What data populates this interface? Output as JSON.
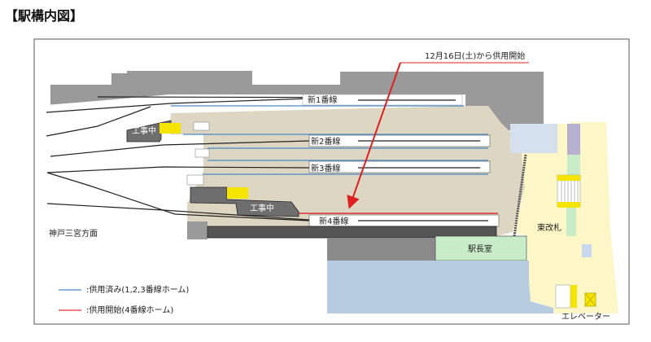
{
  "title": "【駅構内図】",
  "announcement": "12月16日(土)から供用開始",
  "platforms": [
    "新1番線",
    "新2番線",
    "新3番線",
    "新4番線"
  ],
  "construction_label": "工事中",
  "direction_label": "神戸三宮方面",
  "station_master_room": "駅長室",
  "east_gate": "東改札",
  "elevator": "エレベーター",
  "legend": [
    {
      "color": "#4a8ac8",
      "label": ":供用済み(1,2,3番線ホーム)"
    },
    {
      "color": "#e03030",
      "label": ":供用開始(4番線ホーム)"
    }
  ]
}
